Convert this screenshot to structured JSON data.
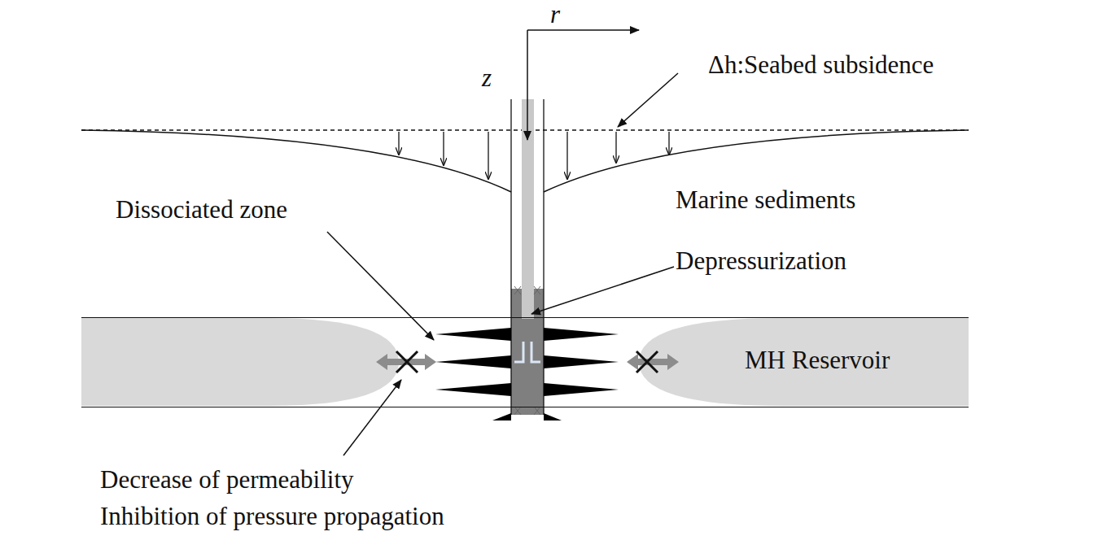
{
  "diagram": {
    "nodes": [
      {
        "text": [
          "MH Reservoir"
        ]
      }
    ],
    "labels": [
      "r",
      "z",
      "Δh:Seabed subsidence",
      "Marine sediments",
      "Dissociated zone",
      "Depressurization",
      "Decrease of permeability",
      "Inhibition of pressure propagation"
    ]
  }
}
